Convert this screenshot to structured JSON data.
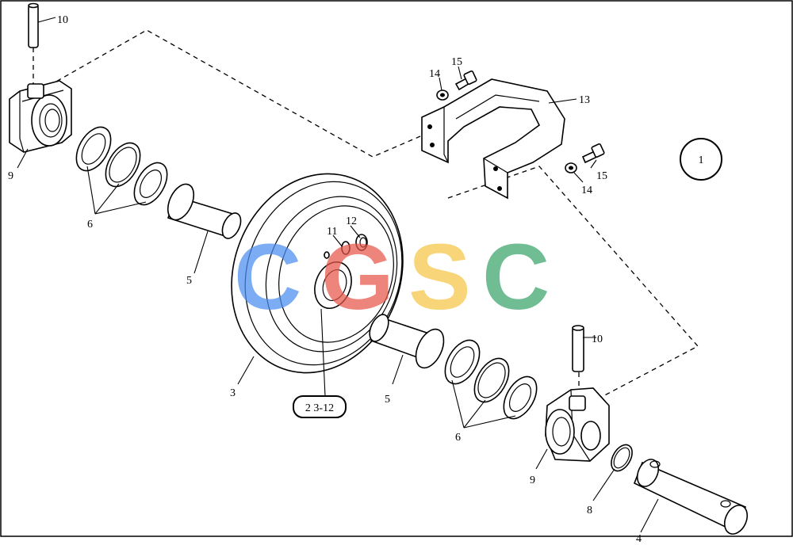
{
  "labels": {
    "callout_1": "1",
    "part_3": "3",
    "part_4": "4",
    "part_5_left": "5",
    "part_5_right": "5",
    "part_6_left": "6",
    "part_6_right": "6",
    "part_8": "8",
    "part_9_left": "9",
    "part_9_right": "9",
    "part_10_top": "10",
    "part_10_right": "10",
    "part_11": "11",
    "part_12": "12",
    "part_13": "13",
    "part_14_top": "14",
    "part_14_bottom": "14",
    "part_15_top": "15",
    "part_15_bottom": "15",
    "assembly_ref": "2 3-12"
  },
  "watermark": {
    "letters": [
      "C",
      "G",
      "S",
      "C"
    ],
    "colors": [
      "#4a8ef0",
      "#e8574a",
      "#f6c545",
      "#3aa56b"
    ]
  }
}
